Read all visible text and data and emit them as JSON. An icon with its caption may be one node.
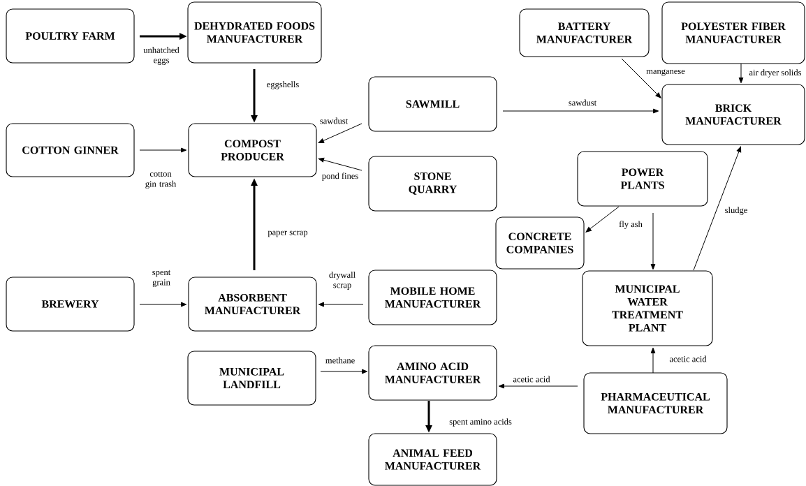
{
  "diagram": {
    "nodes": [
      {
        "text": [
          "POULTRY FARM"
        ]
      },
      {
        "text": [
          "DEHYDRATED FOODS MANUFACTURER"
        ]
      },
      {
        "text": [
          "BATTERY MANUFACTURER"
        ]
      },
      {
        "text": [
          "POLYESTER FIBER MANUFACTURER"
        ]
      },
      {
        "text": [
          "SAWMILL"
        ]
      },
      {
        "text": [
          "BRICK MANUFACTURER"
        ]
      },
      {
        "text": [
          "COTTON GINNER"
        ]
      },
      {
        "text": [
          "COMPOST PRODUCER"
        ]
      },
      {
        "text": [
          "STONE QUARRY"
        ]
      },
      {
        "text": [
          "POWER PLANTS"
        ]
      },
      {
        "text": [
          "CONCRETE COMPANIES"
        ]
      },
      {
        "text": [
          "BREWERY"
        ]
      },
      {
        "text": [
          "ABSORBENT MANUFACTURER"
        ]
      },
      {
        "text": [
          "MOBILE HOME MANUFACTURER"
        ]
      },
      {
        "text": [
          "MUNICIPAL WATER TREATMENT PLANT"
        ]
      },
      {
        "text": [
          "MUNICIPAL LANDFILL"
        ]
      },
      {
        "text": [
          "AMINO ACID MANUFACTURER"
        ]
      },
      {
        "text": [
          "PHARMACEUTICAL MANUFACTURER"
        ]
      },
      {
        "text": [
          "ANIMAL FEED MANUFACTURER"
        ]
      }
    ],
    "edges": [
      {
        "from": 0,
        "to": 1,
        "arrow": "to",
        "label": "unhatched eggs",
        "style": "thick"
      },
      {
        "from": 1,
        "to": 7,
        "arrow": "to",
        "label": "eggshells",
        "style": "thick"
      },
      {
        "from": 4,
        "to": 7,
        "arrow": "to",
        "label": "sawdust"
      },
      {
        "from": 6,
        "to": 7,
        "arrow": "to",
        "label": "cotton gin trash"
      },
      {
        "from": 8,
        "to": 7,
        "arrow": "to",
        "label": "pond fines"
      },
      {
        "from": 4,
        "to": 5,
        "arrow": "to",
        "label": "sawdust"
      },
      {
        "from": 2,
        "to": 5,
        "arrow": "to",
        "label": "manganese"
      },
      {
        "from": 3,
        "to": 5,
        "arrow": "to",
        "label": "air dryer solids"
      },
      {
        "from": 9,
        "to": 10,
        "arrow": "to"
      },
      {
        "from": 9,
        "to": 14,
        "arrow": "to",
        "label": "fly ash"
      },
      {
        "from": 14,
        "to": 5,
        "arrow": "to",
        "label": "sludge"
      },
      {
        "from": 12,
        "to": 7,
        "arrow": "to",
        "label": "paper scrap",
        "style": "thick"
      },
      {
        "from": 11,
        "to": 12,
        "arrow": "to",
        "label": "spent grain"
      },
      {
        "from": 13,
        "to": 12,
        "arrow": "to",
        "label": "drywall scrap"
      },
      {
        "from": 15,
        "to": 16,
        "arrow": "to",
        "label": "methane"
      },
      {
        "from": 17,
        "to": 16,
        "arrow": "to",
        "label": "acetic acid"
      },
      {
        "from": 17,
        "to": 14,
        "arrow": "to",
        "label": "acetic acid"
      },
      {
        "from": 16,
        "to": 18,
        "arrow": "to",
        "label": "spent amino acids",
        "style": "thick"
      }
    ]
  }
}
